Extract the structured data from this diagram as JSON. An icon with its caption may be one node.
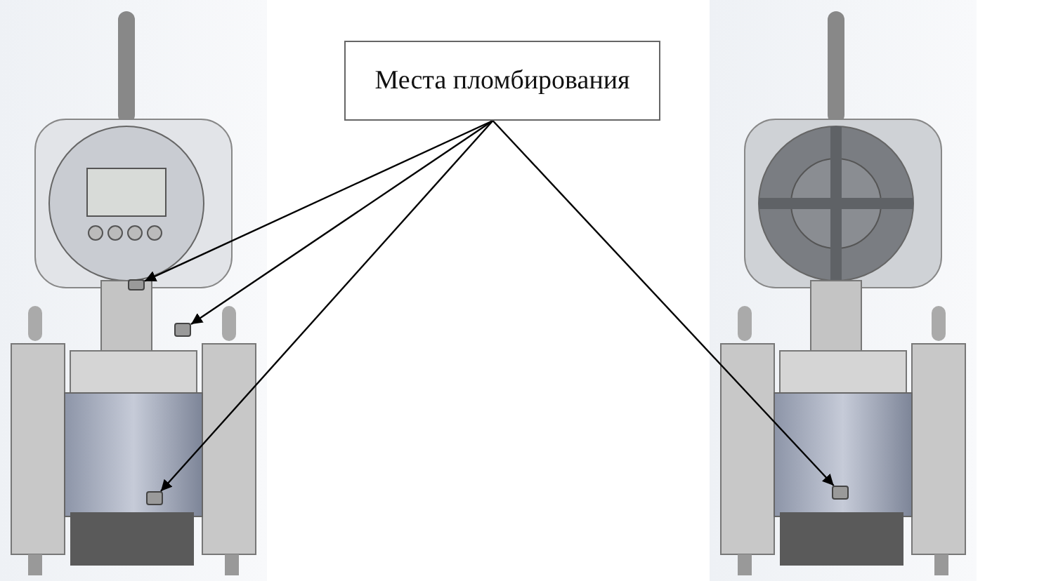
{
  "diagram": {
    "nodes": [
      {
        "text": [
          "Места пломбирования"
        ]
      },
      {
        "text": [],
        "shape": "picture"
      },
      {
        "text": [],
        "shape": "box",
        "in": 1
      },
      {
        "text": [],
        "shape": "box",
        "in": 1
      },
      {
        "text": [],
        "shape": "box",
        "in": 1
      },
      {
        "text": [],
        "shape": "picture"
      },
      {
        "text": [],
        "shape": "box",
        "in": 5
      }
    ],
    "edges": [
      {
        "from": 0,
        "to": 2,
        "arrow": "to"
      },
      {
        "from": 0,
        "to": 3,
        "arrow": "to"
      },
      {
        "from": 0,
        "to": 4,
        "arrow": "to"
      },
      {
        "from": 0,
        "to": 6,
        "arrow": "to"
      }
    ]
  }
}
